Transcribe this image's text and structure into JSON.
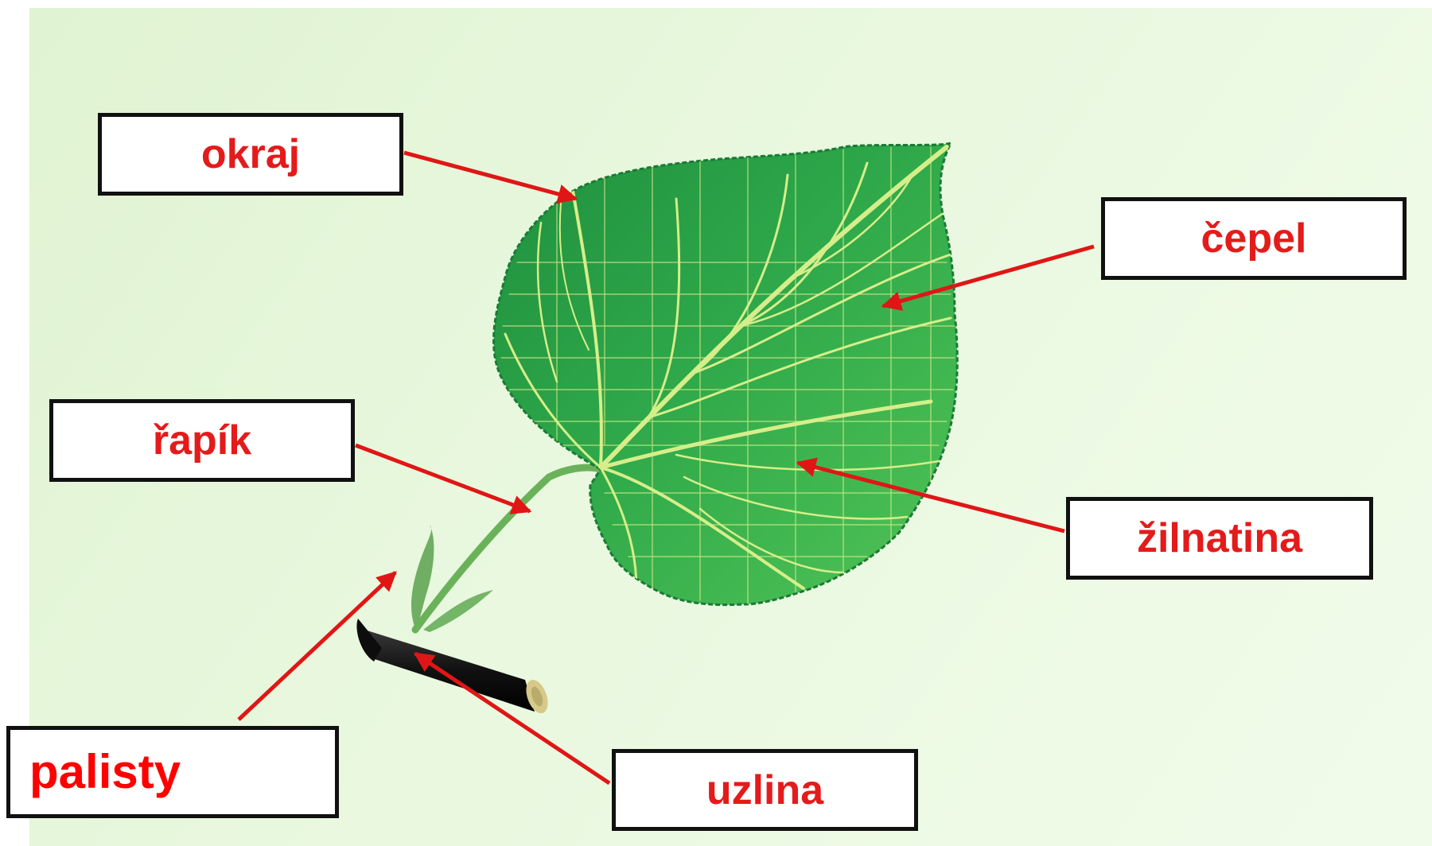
{
  "labels": {
    "okraj": "okraj",
    "cepel": "čepel",
    "rapik": "řapík",
    "zilnatina": "žilnatina",
    "palisty": "palisty",
    "uzlina": "uzlina"
  },
  "colors": {
    "background": "#e6f6dc",
    "label_text": "#e41b1b",
    "arrow": "#e01616",
    "box_border": "#111111",
    "leaf": "#2faa4a",
    "vein": "#d6ee8a",
    "twig": "#1a1a1a"
  }
}
